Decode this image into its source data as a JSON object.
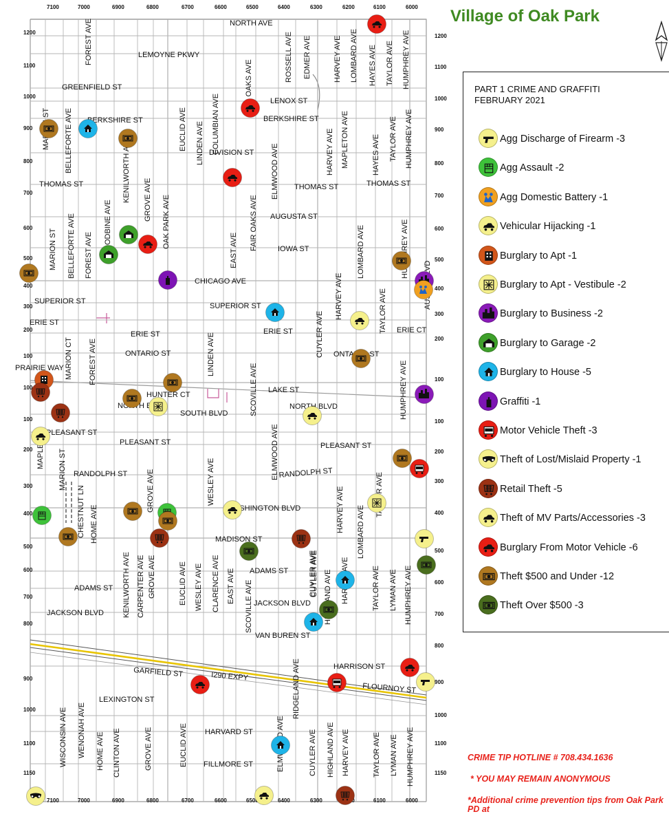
{
  "title": "Village of Oak Park",
  "legend": {
    "title_line1": "PART 1 CRIME AND GRAFFITI",
    "title_line2": "FEBRUARY 2021",
    "items": [
      {
        "label": "Agg Discharge of Firearm -3",
        "color": "#f5f08c",
        "icon": "gun-icon"
      },
      {
        "label": "Agg  Assault -2",
        "color": "#3ec23a",
        "icon": "fist-icon"
      },
      {
        "label": "Agg  Domestic Battery -1",
        "color": "#f0a020",
        "icon": "domestic-icon"
      },
      {
        "label": "Vehicular Hijacking -1",
        "color": "#f5f08c",
        "icon": "car-icon"
      },
      {
        "label": "Burglary to Apt -1",
        "color": "#d2561a",
        "icon": "building-icon"
      },
      {
        "label": "Burglary to Apt - Vestibule -2",
        "color": "#f5f08c",
        "icon": "vestibule-icon"
      },
      {
        "label": "Burglary to Business -2",
        "color": "#8a1ab8",
        "icon": "business-icon"
      },
      {
        "label": "Burglary to Garage -2",
        "color": "#3ea02a",
        "icon": "garage-icon"
      },
      {
        "label": "Burglary to House -5",
        "color": "#1eb4e8",
        "icon": "house-icon"
      },
      {
        "label": "Graffiti -1",
        "color": "#7d14b4",
        "icon": "spray-icon"
      },
      {
        "label": "Motor Vehicle Theft -3",
        "color": "#e81e14",
        "icon": "vehicle-icon"
      },
      {
        "label": "Theft of Lost/Mislaid Property -1",
        "color": "#f5f08c",
        "icon": "mask-icon"
      },
      {
        "label": "Retail Theft -5",
        "color": "#9c3214",
        "icon": "cart-icon"
      },
      {
        "label": "Theft of MV Parts/Accessories -3",
        "color": "#f5f08c",
        "icon": "car-parts-icon"
      },
      {
        "label": "Burglary From Motor Vehicle -6",
        "color": "#e81e14",
        "icon": "car-icon"
      },
      {
        "label": "Theft $500 and Under -12",
        "color": "#b07820",
        "icon": "money-icon"
      },
      {
        "label": "Theft Over $500 -3",
        "color": "#4a6e1e",
        "icon": "money-icon"
      }
    ]
  },
  "footer": {
    "hotline": "CRIME TIP HOTLINE # 708.434.1636",
    "anonymous": "* YOU MAY REMAIN ANONYMOUS",
    "tips": "*Additional crime prevention tips from Oak Park PD at"
  },
  "map": {
    "top_ticks": [
      "7100",
      "7000",
      "6900",
      "6800",
      "6700",
      "6600",
      "6500",
      "6400",
      "6300",
      "6200",
      "6100",
      "6000"
    ],
    "bottom_ticks": [
      "7100",
      "7000",
      "6900",
      "6800",
      "6700",
      "6600",
      "6500",
      "6400",
      "6300",
      "6200",
      "6100",
      "6000"
    ],
    "left_ticks": [
      "1200",
      "1100",
      "1000",
      "900",
      "800",
      "700",
      "600",
      "500",
      "400",
      "300",
      "200",
      "100",
      "100",
      "100",
      "200",
      "300",
      "400",
      "500",
      "600",
      "700",
      "800",
      "900",
      "1000",
      "1100",
      "1150"
    ],
    "right_ticks": [
      "1200",
      "1100",
      "1000",
      "900",
      "800",
      "700",
      "600",
      "500",
      "400",
      "300",
      "200",
      "100",
      "100",
      "200",
      "300",
      "400",
      "500",
      "600",
      "700",
      "800",
      "900",
      "1000",
      "1100",
      "1150"
    ],
    "labels": [
      "NORTH AVE",
      "LEMOYNE PKWY",
      "GREENFIELD ST",
      "LENOX ST",
      "BERKSHIRE ST",
      "BERKSHIRE ST",
      "DIVISION ST",
      "THOMAS ST",
      "THOMAS ST",
      "THOMAS ST",
      "AUGUSTA ST",
      "IOWA ST",
      "CHICAGO AVE",
      "SUPERIOR ST",
      "SUPERIOR ST",
      "ERIE ST",
      "ERIE ST",
      "ERIE ST",
      "ERIE CT",
      "ONTARIO ST",
      "ONTARIO ST",
      "PRAIRIE WAY",
      "LAKE ST",
      "HUNTER CT",
      "NORTH BLVD",
      "NORTH BLVD",
      "SOUTH BLVD",
      "PLEASANT ST",
      "PLEASANT ST",
      "PLEASANT ST",
      "RANDOLPH ST",
      "RANDOLPH ST",
      "WASHINGTON BLVD",
      "MADISON ST",
      "ADAMS ST",
      "ADAMS ST",
      "JACKSON BLVD",
      "JACKSON BLVD",
      "VAN BUREN ST",
      "HARRISON ST",
      "GARFIELD ST",
      "I290 EXPY",
      "FLOURNOY ST",
      "LEXINGTON ST",
      "HARVARD ST",
      "FILLMORE ST",
      "FOREST AVE",
      "FAIR OAKS AVE",
      "ROSSELL AVE",
      "EDMER AVE",
      "HARVEY AVE",
      "LOMBARD AVE",
      "HAYES AVE",
      "TAYLOR AVE",
      "HUMPHREY AVE",
      "MARION ST",
      "BELLEFORTE AVE",
      "EUCLID AVE",
      "LINDEN AVE",
      "COLUMBIAN AVE",
      "ELMWOOD AVE",
      "HARVEY AVE",
      "MAPLETON AVE",
      "HAYES AVE",
      "TAYLOR AVE",
      "HUMPHREY AVE",
      "KENILWORTH AVE",
      "GROVE AVE",
      "OAK PARK AVE",
      "EAST AVE",
      "FAIR OAKS AVE",
      "WOODBINE AVE",
      "FOREST AVE",
      "BELLEFORTE AVE",
      "MARION ST",
      "LOMBARD AVE",
      "HUMPHREY AVE",
      "AUSTIN BLVD",
      "HARVEY AVE",
      "TAYLOR AVE",
      "CUYLER AVE",
      "SCOVILLE AVE",
      "LINDEN AVE",
      "MARION CT",
      "FOREST AVE",
      "HUMPHREY AVE",
      "MAPLE AVE",
      "MARION ST",
      "CHESTNUT LN",
      "HOME AVE",
      "GROVE AVE",
      "WESLEY AVE",
      "ELMWOOD AVE",
      "HARVEY AVE",
      "TAYLOR AVE",
      "LOMBARD AVE",
      "CUYLER AVE",
      "KENILWORTH AVE",
      "CARPENTER AVE",
      "GROVE AVE",
      "EUCLID AVE",
      "WESLEY AVE",
      "CLARENCE AVE",
      "EAST AVE",
      "SCOVILLE AVE",
      "CUYLER AVE",
      "HIGHLAND AVE",
      "HARVEY AVE",
      "TAYLOR AVE",
      "LYMAN AVE",
      "HUMPHREY AVE",
      "RIDGELAND AVE",
      "WISCONSIN AVE",
      "WENONAH AVE",
      "HOME AVE",
      "CLINTON AVE",
      "GROVE AVE",
      "EUCLID AVE",
      "ELMWOOD AVE",
      "CUYLER AVE",
      "HIGHLAND AVE",
      "HARVEY AVE",
      "TAYLOR AVE",
      "LYMAN AVE",
      "HUMPHREY AVE"
    ]
  }
}
